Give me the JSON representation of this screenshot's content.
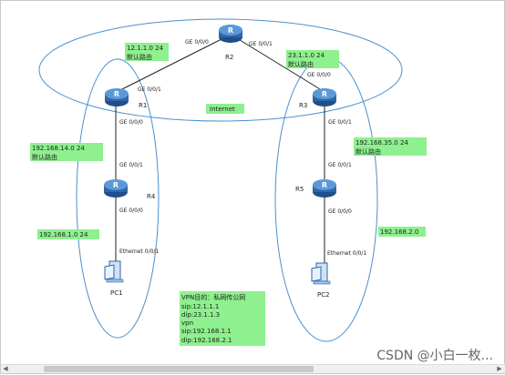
{
  "watermark": "CSDN @小白一枚...",
  "colors": {
    "router_body": "#2f66a8",
    "router_top": "#4f8cd0",
    "link": "#222222",
    "ellipse": "#4a90d0",
    "label_bg": "#8ef08e"
  },
  "devices": {
    "r1": {
      "name": "R1",
      "icon": "router-icon"
    },
    "r2": {
      "name": "R2",
      "icon": "router-icon"
    },
    "r3": {
      "name": "R3",
      "icon": "router-icon"
    },
    "r4": {
      "name": "R4",
      "icon": "router-icon"
    },
    "r5": {
      "name": "R5",
      "icon": "router-icon"
    },
    "pc1": {
      "name": "PC1",
      "icon": "pc-icon"
    },
    "pc2": {
      "name": "PC2",
      "icon": "pc-icon"
    }
  },
  "ports": {
    "r2_left": "GE 0/0/0",
    "r2_right": "GE 0/0/1",
    "r1_up": "GE 0/0/1",
    "r1_down": "GE 0/0/0",
    "r3_up": "GE 0/0/0",
    "r3_down": "GE 0/0/1",
    "r4_up": "GE 0/0/1",
    "r4_down": "GE 0/0/0",
    "r5_up": "GE 0/0/1",
    "r5_down": "GE 0/0/0",
    "pc1_port": "Ethernet 0/0/1",
    "pc2_port": "Ethernet 0/0/1"
  },
  "labels": {
    "r1_net": "12.1.1.0 24",
    "r1_route": "默认路由",
    "r3_net": "23.1.1.0 24",
    "r3_route": "默认路由",
    "internet": "Internet",
    "r4_net": "192.168.14.0 24",
    "r4_route": "默认路由",
    "r5_net": "192.168.35.0 24",
    "r5_route": "默认路由",
    "lan1": "192.168.1.0 24",
    "lan2": "192.168.2.0"
  },
  "vpn_note": {
    "line1": "VPN目的：私网传公网",
    "line2": "sip:12.1.1.1",
    "line3": "dip:23.1.1.3",
    "line4": "vpn",
    "line5": "sip:192.168.1.1",
    "line6": "dip:192.168.2.1"
  }
}
